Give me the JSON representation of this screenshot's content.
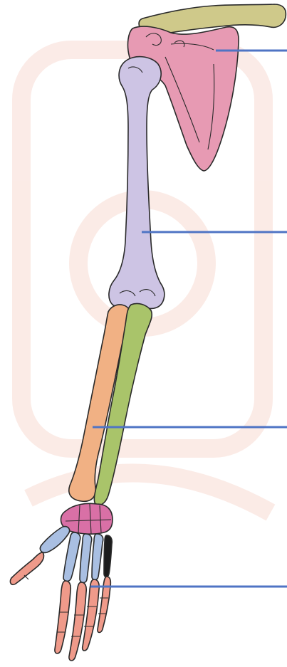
{
  "diagram": {
    "colors": {
      "clavicle": "#cfc98a",
      "scapula": "#e79ab3",
      "humerus": "#cdc4e4",
      "radius": "#f1b184",
      "ulna": "#a9c46a",
      "carpals": "#d970a6",
      "metacarpals": "#a9bfe2",
      "phalanges": "#ef9a8a",
      "leader_lines": "#4f74c4",
      "watermark": "#fbe9e4"
    },
    "labels": [
      {
        "id": "label-scapula",
        "text": ""
      },
      {
        "id": "label-humerus",
        "text": ""
      },
      {
        "id": "label-forearm",
        "text": ""
      },
      {
        "id": "label-hand",
        "text": ""
      }
    ]
  }
}
